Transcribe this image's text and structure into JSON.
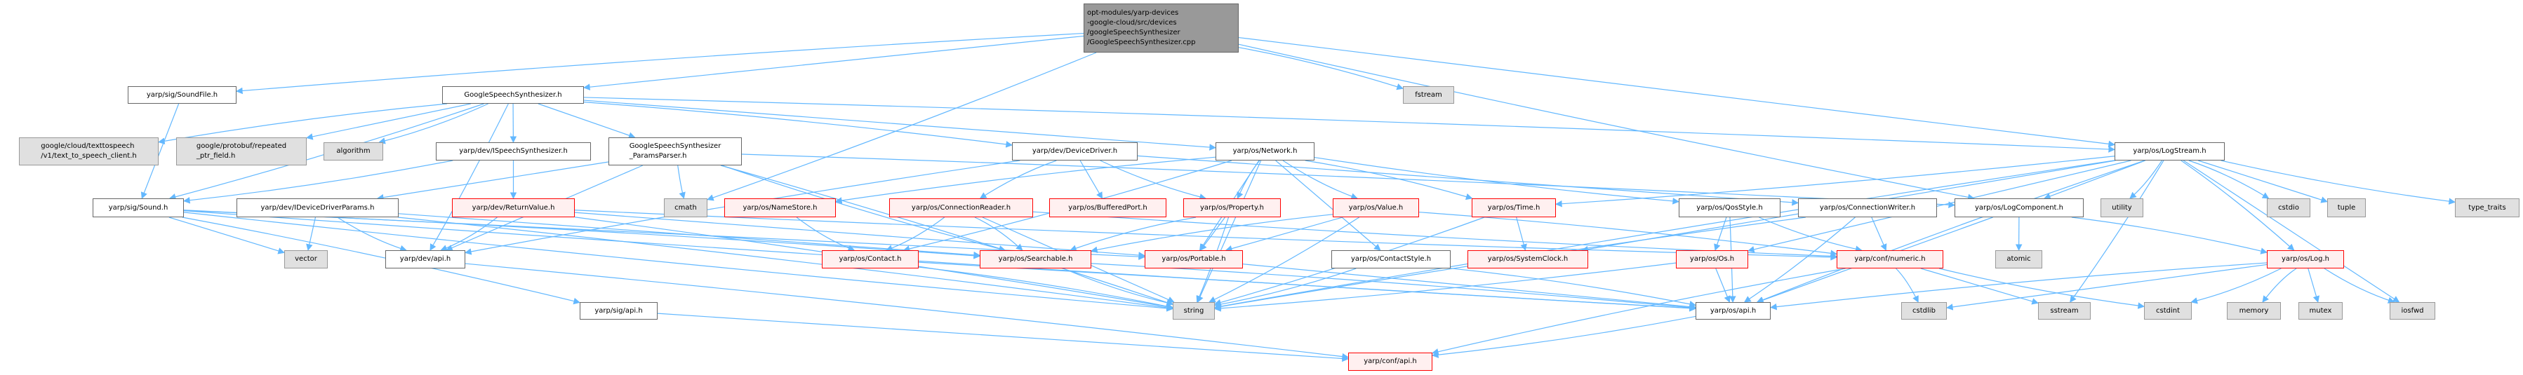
{
  "title": "opt-modules/yarp-devices-google-cloud/src/devices/googleSpeechSynthesizer/GoogleSpeechSynthesizer.cpp include dependency graph",
  "colors": {
    "edge": "#63b8ff",
    "main_fill": "#999999",
    "red_border": "#ff0000",
    "red_fill": "#fff0f0",
    "ext_fill": "#e0e0e0"
  },
  "nodes": [
    {
      "id": "main",
      "label": "opt-modules/yarp-devices\n-google-cloud/src/devices\n/googleSpeechSynthesizer\n/GoogleSpeechSynthesizer.cpp",
      "kind": "main"
    },
    {
      "id": "soundfile",
      "label": "yarp/sig/SoundFile.h",
      "kind": "normal"
    },
    {
      "id": "gssh",
      "label": "GoogleSpeechSynthesizer.h",
      "kind": "normal"
    },
    {
      "id": "fstream",
      "label": "fstream",
      "kind": "ext"
    },
    {
      "id": "gcloud",
      "label": "google/cloud/texttospeech\n/v1/text_to_speech_client.h",
      "kind": "ext"
    },
    {
      "id": "protobuf",
      "label": "google/protobuf/repeated\n_ptr_field.h",
      "kind": "ext"
    },
    {
      "id": "algorithm",
      "label": "algorithm",
      "kind": "ext"
    },
    {
      "id": "ispeech",
      "label": "yarp/dev/ISpeechSynthesizer.h",
      "kind": "normal"
    },
    {
      "id": "params",
      "label": "GoogleSpeechSynthesizer\n_ParamsParser.h",
      "kind": "normal"
    },
    {
      "id": "devicedriver",
      "label": "yarp/dev/DeviceDriver.h",
      "kind": "normal"
    },
    {
      "id": "network",
      "label": "yarp/os/Network.h",
      "kind": "normal"
    },
    {
      "id": "logstream",
      "label": "yarp/os/LogStream.h",
      "kind": "normal"
    },
    {
      "id": "sound",
      "label": "yarp/sig/Sound.h",
      "kind": "normal"
    },
    {
      "id": "iddparams",
      "label": "yarp/dev/IDeviceDriverParams.h",
      "kind": "normal"
    },
    {
      "id": "returnvalue",
      "label": "yarp/dev/ReturnValue.h",
      "kind": "red"
    },
    {
      "id": "cmath",
      "label": "cmath",
      "kind": "ext"
    },
    {
      "id": "namestore",
      "label": "yarp/os/NameStore.h",
      "kind": "red"
    },
    {
      "id": "connreader",
      "label": "yarp/os/ConnectionReader.h",
      "kind": "red"
    },
    {
      "id": "bufferedport",
      "label": "yarp/os/BufferedPort.h",
      "kind": "red"
    },
    {
      "id": "property",
      "label": "yarp/os/Property.h",
      "kind": "red"
    },
    {
      "id": "value",
      "label": "yarp/os/Value.h",
      "kind": "red"
    },
    {
      "id": "time",
      "label": "yarp/os/Time.h",
      "kind": "red"
    },
    {
      "id": "qosstyle",
      "label": "yarp/os/QosStyle.h",
      "kind": "normal"
    },
    {
      "id": "connwriter",
      "label": "yarp/os/ConnectionWriter.h",
      "kind": "normal"
    },
    {
      "id": "logcomponent",
      "label": "yarp/os/LogComponent.h",
      "kind": "normal"
    },
    {
      "id": "utility",
      "label": "utility",
      "kind": "ext"
    },
    {
      "id": "cstdio",
      "label": "cstdio",
      "kind": "ext"
    },
    {
      "id": "tuple",
      "label": "tuple",
      "kind": "ext"
    },
    {
      "id": "typetraits",
      "label": "type_traits",
      "kind": "ext"
    },
    {
      "id": "vector",
      "label": "vector",
      "kind": "ext"
    },
    {
      "id": "devapi",
      "label": "yarp/dev/api.h",
      "kind": "normal"
    },
    {
      "id": "contact",
      "label": "yarp/os/Contact.h",
      "kind": "red"
    },
    {
      "id": "searchable",
      "label": "yarp/os/Searchable.h",
      "kind": "red"
    },
    {
      "id": "portable",
      "label": "yarp/os/Portable.h",
      "kind": "red"
    },
    {
      "id": "contactstyle",
      "label": "yarp/os/ContactStyle.h",
      "kind": "normal"
    },
    {
      "id": "systemclock",
      "label": "yarp/os/SystemClock.h",
      "kind": "red"
    },
    {
      "id": "os",
      "label": "yarp/os/Os.h",
      "kind": "red"
    },
    {
      "id": "numeric",
      "label": "yarp/conf/numeric.h",
      "kind": "red"
    },
    {
      "id": "atomic",
      "label": "atomic",
      "kind": "ext"
    },
    {
      "id": "log",
      "label": "yarp/os/Log.h",
      "kind": "red"
    },
    {
      "id": "sigapi",
      "label": "yarp/sig/api.h",
      "kind": "normal"
    },
    {
      "id": "string",
      "label": "string",
      "kind": "ext"
    },
    {
      "id": "osapi",
      "label": "yarp/os/api.h",
      "kind": "normal"
    },
    {
      "id": "cstdlib",
      "label": "cstdlib",
      "kind": "ext"
    },
    {
      "id": "sstream",
      "label": "sstream",
      "kind": "ext"
    },
    {
      "id": "cstdint",
      "label": "cstdint",
      "kind": "ext"
    },
    {
      "id": "memory",
      "label": "memory",
      "kind": "ext"
    },
    {
      "id": "mutex",
      "label": "mutex",
      "kind": "ext"
    },
    {
      "id": "iosfwd",
      "label": "iosfwd",
      "kind": "ext"
    },
    {
      "id": "confapi",
      "label": "yarp/conf/api.h",
      "kind": "red"
    }
  ],
  "edges": [
    [
      "main",
      "soundfile"
    ],
    [
      "main",
      "gssh"
    ],
    [
      "main",
      "cmath"
    ],
    [
      "main",
      "fstream"
    ],
    [
      "main",
      "logstream"
    ],
    [
      "main",
      "logcomponent"
    ],
    [
      "gssh",
      "gcloud"
    ],
    [
      "gssh",
      "protobuf"
    ],
    [
      "gssh",
      "algorithm"
    ],
    [
      "gssh",
      "ispeech"
    ],
    [
      "gssh",
      "params"
    ],
    [
      "gssh",
      "sound"
    ],
    [
      "gssh",
      "devicedriver"
    ],
    [
      "gssh",
      "network"
    ],
    [
      "gssh",
      "devapi"
    ],
    [
      "gssh",
      "logstream"
    ],
    [
      "soundfile",
      "sound"
    ],
    [
      "ispeech",
      "sound"
    ],
    [
      "ispeech",
      "returnvalue"
    ],
    [
      "params",
      "iddparams"
    ],
    [
      "params",
      "cmath"
    ],
    [
      "params",
      "string"
    ],
    [
      "params",
      "devapi"
    ],
    [
      "params",
      "searchable"
    ],
    [
      "params",
      "logcomponent"
    ],
    [
      "sound",
      "vector"
    ],
    [
      "sound",
      "string"
    ],
    [
      "sound",
      "sigapi"
    ],
    [
      "sound",
      "portable"
    ],
    [
      "sound",
      "osapi"
    ],
    [
      "sound",
      "searchable"
    ],
    [
      "iddparams",
      "vector"
    ],
    [
      "iddparams",
      "devapi"
    ],
    [
      "iddparams",
      "string"
    ],
    [
      "iddparams",
      "searchable"
    ],
    [
      "returnvalue",
      "devapi"
    ],
    [
      "returnvalue",
      "string"
    ],
    [
      "returnvalue",
      "portable"
    ],
    [
      "returnvalue",
      "numeric"
    ],
    [
      "devapi",
      "confapi"
    ],
    [
      "sigapi",
      "confapi"
    ],
    [
      "namestore",
      "contact"
    ],
    [
      "devicedriver",
      "connreader"
    ],
    [
      "devicedriver",
      "bufferedport"
    ],
    [
      "devicedriver",
      "property"
    ],
    [
      "devicedriver",
      "devapi"
    ],
    [
      "devicedriver",
      "connwriter"
    ],
    [
      "network",
      "contact"
    ],
    [
      "network",
      "property"
    ],
    [
      "network",
      "portable"
    ],
    [
      "network",
      "value"
    ],
    [
      "network",
      "time"
    ],
    [
      "network",
      "contactstyle"
    ],
    [
      "network",
      "qosstyle"
    ],
    [
      "network",
      "namestore"
    ],
    [
      "network",
      "string"
    ],
    [
      "connreader",
      "contact"
    ],
    [
      "connreader",
      "searchable"
    ],
    [
      "connreader",
      "string"
    ],
    [
      "connreader",
      "numeric"
    ],
    [
      "property",
      "searchable"
    ],
    [
      "property",
      "portable"
    ],
    [
      "property",
      "string"
    ],
    [
      "value",
      "searchable"
    ],
    [
      "value",
      "portable"
    ],
    [
      "value",
      "string"
    ],
    [
      "value",
      "numeric"
    ],
    [
      "time",
      "systemclock"
    ],
    [
      "time",
      "string"
    ],
    [
      "contact",
      "string"
    ],
    [
      "contact",
      "osapi"
    ],
    [
      "searchable",
      "string"
    ],
    [
      "searchable",
      "osapi"
    ],
    [
      "portable",
      "osapi"
    ],
    [
      "contactstyle",
      "string"
    ],
    [
      "contactstyle",
      "osapi"
    ],
    [
      "qosstyle",
      "os"
    ],
    [
      "qosstyle",
      "numeric"
    ],
    [
      "qosstyle",
      "osapi"
    ],
    [
      "connwriter",
      "numeric"
    ],
    [
      "connwriter",
      "osapi"
    ],
    [
      "connwriter",
      "string"
    ],
    [
      "os",
      "osapi"
    ],
    [
      "os",
      "string"
    ],
    [
      "numeric",
      "cstdlib"
    ],
    [
      "numeric",
      "sstream"
    ],
    [
      "numeric",
      "cstdint"
    ],
    [
      "numeric",
      "confapi"
    ],
    [
      "logstream",
      "logcomponent"
    ],
    [
      "logstream",
      "utility"
    ],
    [
      "logstream",
      "cstdio"
    ],
    [
      "logstream",
      "tuple"
    ],
    [
      "logstream",
      "typetraits"
    ],
    [
      "logstream",
      "log"
    ],
    [
      "logstream",
      "iosfwd"
    ],
    [
      "logstream",
      "sstream"
    ],
    [
      "logstream",
      "osapi"
    ],
    [
      "logstream",
      "systemclock"
    ],
    [
      "logstream",
      "time"
    ],
    [
      "logstream",
      "string"
    ],
    [
      "logstream",
      "os"
    ],
    [
      "logcomponent",
      "atomic"
    ],
    [
      "logcomponent",
      "log"
    ],
    [
      "logcomponent",
      "osapi"
    ],
    [
      "log",
      "cstdint"
    ],
    [
      "log",
      "memory"
    ],
    [
      "log",
      "mutex"
    ],
    [
      "log",
      "iosfwd"
    ],
    [
      "log",
      "osapi"
    ],
    [
      "log",
      "cstdlib"
    ],
    [
      "osapi",
      "confapi"
    ]
  ]
}
